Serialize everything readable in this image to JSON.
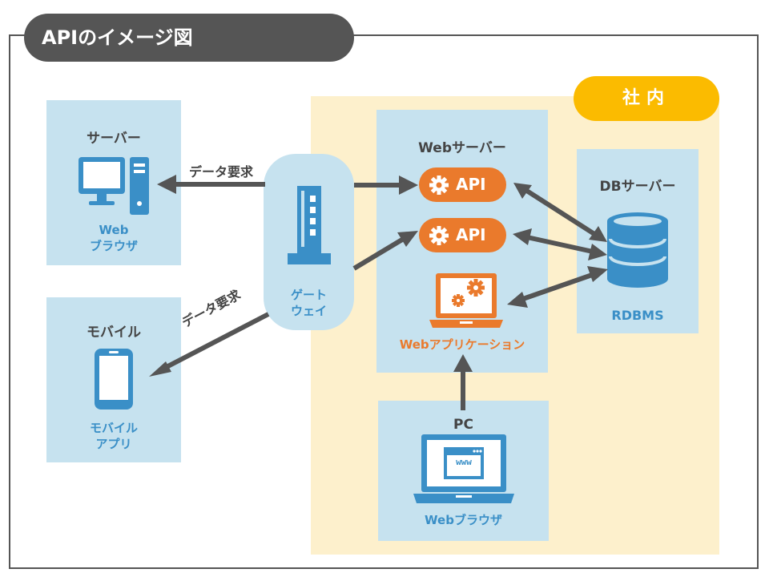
{
  "title": "APIのイメージ図",
  "internal_label": "社内",
  "server_panel": {
    "title": "サーバー",
    "caption_line1": "Web",
    "caption_line2": "ブラウザ"
  },
  "mobile_panel": {
    "title": "モバイル",
    "caption_line1": "モバイル",
    "caption_line2": "アプリ"
  },
  "gateway": {
    "line1": "ゲート",
    "line2": "ウェイ"
  },
  "request_labels": {
    "top": "データ要求",
    "bottom": "データ要求"
  },
  "web_server": {
    "title": "Webサーバー",
    "api_label_1": "API",
    "api_label_2": "API",
    "app_label": "Webアプリケーション"
  },
  "db_server": {
    "title": "DBサーバー",
    "db_label": "RDBMS"
  },
  "pc_panel": {
    "title": "PC",
    "browser_text": "www",
    "caption": "Webブラウザ"
  },
  "colors": {
    "dark": "#555555",
    "panel": "#c6e2ef",
    "zone": "#fdf0cc",
    "accent_yellow": "#fbbb00",
    "orange": "#ea7a2c",
    "blue": "#3a8fc7",
    "arrow": "#555555"
  },
  "icons": [
    "monitor-tower-icon",
    "smartphone-icon",
    "gateway-tower-icon",
    "gear-icon",
    "laptop-gears-icon",
    "database-icon",
    "laptop-browser-icon"
  ]
}
